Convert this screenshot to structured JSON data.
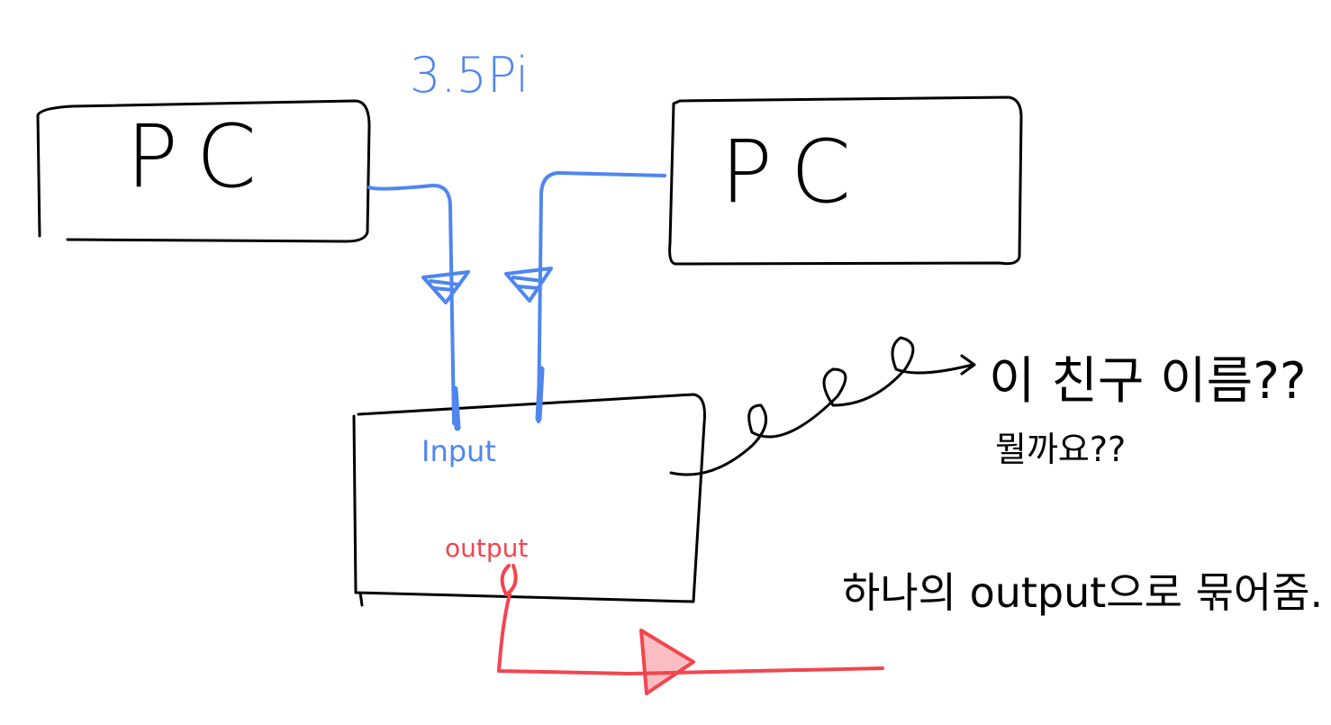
{
  "labels": {
    "cable_type": "3.5Pi",
    "pc_left": "PC",
    "pc_right": "PC",
    "input": "Input",
    "output": "output",
    "question_line1": "이 친구 이름??",
    "question_line2": "뭘까요??",
    "note": "하나의 output으로 묶어줌."
  },
  "colors": {
    "input_lines": "#4f86f0",
    "output_line": "#f2454f",
    "ink": "#000000"
  }
}
